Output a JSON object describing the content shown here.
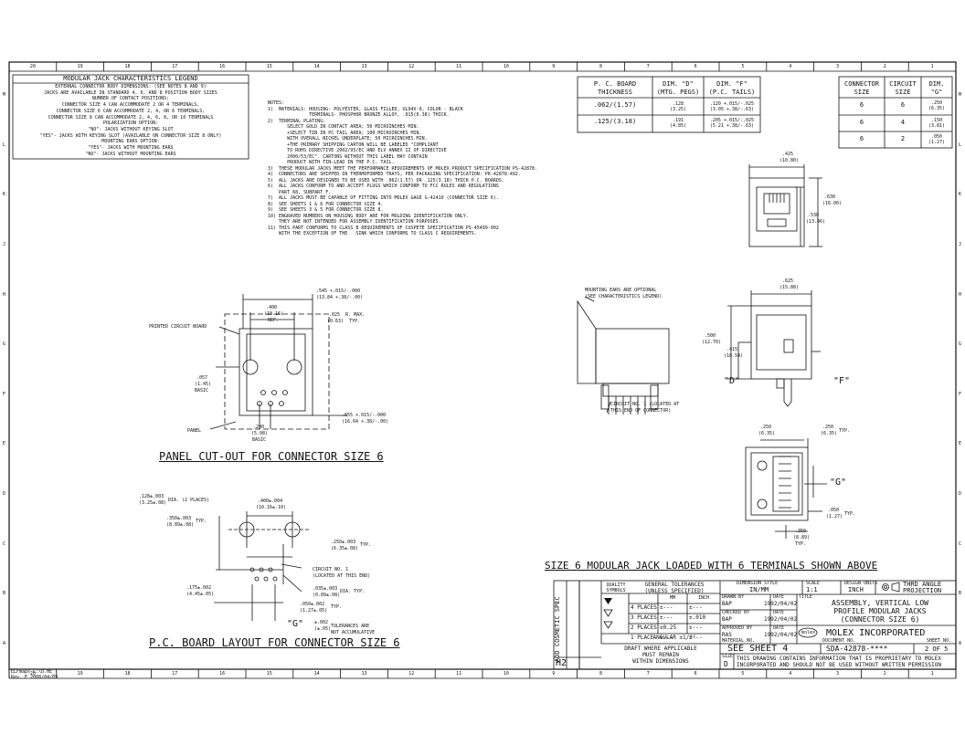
{
  "borders": {
    "top_cols": [
      "20",
      "19",
      "18",
      "17",
      "16",
      "15",
      "14",
      "13",
      "12",
      "11",
      "10",
      "9",
      "8",
      "7",
      "6",
      "5",
      "4",
      "3",
      "2",
      "1"
    ],
    "rows": [
      "M",
      "L",
      "K",
      "J",
      "H",
      "G",
      "F",
      "E",
      "D",
      "C",
      "B",
      "A"
    ]
  },
  "legend": {
    "title": "MODULAR JACK CHARACTERISTICS LEGEND",
    "lines": [
      "EXTERNAL CONNECTOR BODY DIMENSIONS: (SEE NOTES 8 AND 9)",
      "JACKS ARE AVAILABLE IN STANDARD 4, 6, AND 8 POSITION BODY SIZES",
      "NUMBER OF CONTACT POSITIONS:",
      "CONNECTOR SIZE 4 CAN ACCOMMODATE 2 OR 4 TERMINALS,",
      "CONNECTOR SIZE 6 CAN ACCOMMODATE 2, 4, OR 6 TERMINALS,",
      "CONNECTOR SIZE 8 CAN ACCOMMODATE 2, 4, 6, 8, OR 10 TERMINALS",
      "POLARIZATION OPTION:",
      "\"NO\"- JACKS WITHOUT KEYING SLOT",
      "\"YES\"- JACKS WITH KEYING SLOT (AVAILABLE ON CONNECTOR SIZE 8 ONLY)",
      "MOUNTING EARS OPTION:",
      "\"YES\"- JACKS WITH MOUNTING EARS",
      "\"NO\"- JACKS WITHOUT MOUNTING EARS"
    ]
  },
  "notes": [
    "NOTES:",
    "1)  MATERIALS: HOUSING- POLYESTER, GLASS FILLED, UL94V-0, COLOR - BLACK",
    "               TERMINALS- PHOSPHOR BRONZE ALLOY, .015(0.38) THICK.",
    "2)  TERMINAL PLATING:",
    "       SELECT GOLD IN CONTACT AREA; 50 MICROINCHES MIN.",
    "       +SELECT TIN IN PC TAIL AREA; 100 MICROINCHES MIN.",
    "       WITH OVERALL NICKEL UNDERPLATE; 50 MICROINCHES MIN.",
    "       +THE PRIMARY SHIPPING CARTON WILL BE LABELED \"COMPLIANT",
    "       TO ROHS DIRECTIVE 2002/95/EC AND ELV ANNEX II OF DIRECTIVE",
    "       2000/53/EC\". CARTONS WITHOUT THIS LABEL MAY CONTAIN",
    "       PRODUCT WITH TIN-LEAD IN THE P.C. TAIL.",
    "3)  THESE MODULAR JACKS MEET THE PERFORMANCE REQUIREMENTS OF MOLEX PRODUCT SPECIFICATION PS-42878.",
    "4)  CONNECTORS ARE SHIPPED IN THERMOFORMED TRAYS, PER PACKAGING SPECIFICATION: PK-42878-492.",
    "5)  ALL JACKS ARE DESIGNED TO BE USED WITH .062(1.57) OR .125(3.18) THICK P.C. BOARDS.",
    "6)  ALL JACKS CONFORM TO AND ACCEPT PLUGS WHICH CONFORM TO FCC RULES AND REGULATIONS",
    "    PART 68, SUBPART F.",
    "7)  ALL JACKS MUST BE CAPABLE OF FITTING INTO MOLEX GAGE G-42410 (CONNECTOR SIZE 6).",
    "8)  SEE SHEETS 1 & 6 FOR CONNECTOR SIZE 4.",
    "9)  SEE SHEETS 3 & 5 FOR CONNECTOR SIZE 8.",
    "10) ENGRAVED NUMBERS ON HOUSING BODY ARE FOR MOLDING IDENTIFICATION ONLY.",
    "    THEY ARE NOT INTENDED FOR ASSEMBLY IDENTIFICATION PURPOSES.",
    "11) THIS PART CONFORMS TO CLASS B REQUIREMENTS OF CUSPETE SPECIFICATION PS-45499-002",
    "    WITH THE EXCEPTION OF THE   SINK WHICH CONFORMS TO CLASS C REQUIREMENTS."
  ],
  "pcb_table": {
    "headers": [
      "P. C. BOARD\nTHICKNESS",
      "DIM. \"D\"\n(MTG. PEGS)",
      "DIM. \"F\"\n(P.C. TAILS)"
    ],
    "rows": [
      [
        ".062/(1.57)",
        ".128\n(3.25)",
        ".120 +.015/-.025\n(3.05 +.38/-.63)"
      ],
      [
        ".125/(3.18)",
        ".191\n(4.85)",
        ".205 +.015/-.025\n(5.21 +.38/-.63)"
      ]
    ]
  },
  "size_table": {
    "headers": [
      "CONNECTOR\nSIZE",
      "CIRCUIT\nSIZE",
      "DIM.\n\"G\""
    ],
    "rows": [
      [
        "6",
        "6",
        ".250\n(6.35)"
      ],
      [
        "6",
        "4",
        ".150\n(3.81)"
      ],
      [
        "6",
        "2",
        ".050\n(1.27)"
      ]
    ]
  },
  "panel_view": {
    "dim_545": ".545 +.015/-.000",
    "dim_545m": "(13.84 +.38/-.00)",
    "dim_400": ".400",
    "dim_400m": "(10.16)",
    "dim_400r": "REF.",
    "dim_025": ".025  R. MAX.",
    "dim_025m": "(0.63)  TYP.",
    "pcb_label": "PRINTED CIRCUIT BOARD",
    "dim_057": ".057",
    "dim_057m": "(1.45)",
    "dim_057b": "BASIC",
    "panel_label": "PANEL",
    "dim_200": ".200",
    "dim_200m": "(5.08)",
    "dim_200b": "BASIC",
    "dim_655": ".655 +.015/-.000",
    "dim_655m": "(16.64 +.38/-.00)",
    "caption": "PANEL CUT-OUT FOR CONNECTOR SIZE 6"
  },
  "pcb_layout": {
    "dim_128": ".128±.003",
    "dim_128m": "(3.25±.08)",
    "dim_128t": "DIA. (2 PLACES)",
    "dim_400": ".400±.004",
    "dim_400m": "(10.16±.10)",
    "dim_350": ".350±.003",
    "dim_350m": "(8.89±.08)",
    "dim_350t": "TYP.",
    "dim_250": ".250±.003",
    "dim_250m": "(6.35±.08)",
    "dim_250t": "TYP.",
    "circuit1": "CIRCUIT NO. 1",
    "circuit1b": "(LOCATED AT THIS END)",
    "dim_035": ".035±.003",
    "dim_035m": "(0.89±.08)",
    "dim_035t": "DIA. TYP.",
    "dim_175": ".175±.002",
    "dim_175m": "(4.45±.05)",
    "dim_050": ".050±.002",
    "dim_050m": "(1.27±.05)",
    "dim_050t": "TYP.",
    "g_label": "\"G\"",
    "g_tol": "±.002",
    "g_tolm": "(±.05)",
    "tol_note": "TOLERANCES ARE",
    "tol_note2": "NOT ACCUMULATIVE",
    "caption": "P.C. BOARD LAYOUT FOR CONNECTOR SIZE 6"
  },
  "right_views": {
    "dim_425": ".425",
    "dim_425m": "(10.80)",
    "dim_630": ".630",
    "dim_630m": "(16.00)",
    "dim_530": ".530",
    "dim_530m": "(13.46)",
    "ears_note": "MOUNTING EARS ARE OPTIONAL",
    "ears_note2": "(SEE CHARACTERISTICS LEGEND)",
    "dim_625": ".625",
    "dim_625m": "(15.88)",
    "dim_500": ".500",
    "dim_500m": "(12.70)",
    "dim_415": ".415",
    "dim_415m": "(10.54)",
    "d_label": "\"D\"",
    "f_label": "\"F\"",
    "circuit_note": "CIRCUIT NO. 1 (LOCATED AT",
    "circuit_note2": "THIS END OF CONNECTOR)",
    "dim_250": ".250",
    "dim_250m": "(6.35)",
    "dim_250b": ".250",
    "dim_250bm": "(6.35)",
    "dim_250t": "TYP.",
    "g_label": "\"G\"",
    "dim_050": ".050",
    "dim_050m": "(1.27)",
    "dim_050t": "TYP.",
    "dim_350": ".350",
    "dim_350m": "(8.89)",
    "dim_350t": "TYP.",
    "caption": "SIZE 6 MODULAR JACK LOADED WITH 6 TERMINALS SHOWN ABOVE"
  },
  "title_block": {
    "rev_vertical": "ADD COSMETIC SPEC",
    "rev_letter": "H2",
    "quality": "QUALITY\nSYMBOLS",
    "gen_tol": "GENERAL TOLERANCES\n(UNLESS SPECIFIED)",
    "mm": "MM",
    "inch": "INCH",
    "places": [
      [
        "4 PLACES",
        "±---",
        "±---"
      ],
      [
        "3 PLACES",
        "±---",
        "±.010"
      ],
      [
        "2 PLACES",
        "±0.25",
        "±---"
      ],
      [
        "1 PLACE",
        "±---",
        "±---"
      ]
    ],
    "angular": "ANGULAR ±1/2°",
    "draft": "DRAFT WHERE APPLICABLE\nMUST REMAIN\nWITHIN DIMENSIONS",
    "dim_style_lbl": "DIMENSION STYLE",
    "dim_style": "IN/MM",
    "scale_lbl": "SCALE",
    "scale": "1:1",
    "design_units_lbl": "DESIGN UNITS",
    "design_units": "INCH",
    "projection": "THRD ANGLE\nPROJECTION",
    "drawn_lbl": "DRAWN BY",
    "date_lbl": "DATE",
    "drawn": "BAP",
    "drawn_date": "1992/04/02",
    "checked_lbl": "CHECKED BY",
    "checked": "BAP",
    "checked_date": "1992/04/02",
    "approved_lbl": "APPROVED BY",
    "approved": "RAS",
    "approved_date": "1992/04/02",
    "title_lbl": "TITLE",
    "title": "ASSEMBLY, VERTICAL LOW\nPROFILE MODULAR JACKS\n(CONNECTOR SIZE 6)",
    "company": "MOLEX INCORPORATED",
    "molex_logo": "molex",
    "material_lbl": "MATERIAL NO.",
    "material": "SEE SHEET 4",
    "doc_lbl": "DOCUMENT NO.",
    "doc": "SDA-42878-****",
    "sheet_lbl": "SHEET NO.",
    "sheet": "2 OF 5",
    "size_lbl": "SIZE",
    "size": "D",
    "proprietary": "THIS DRAWING CONTAINS INFORMATION THAT IS PROPRIETARY TO MOLEX\nINCORPORATED AND SHOULD NOT BE USED WITHOUT WRITTEN PERMISSION"
  },
  "footer": {
    "line1": "ELFmaps C:\\D.HE_T",
    "line2": "Rev. E 2008/04/09"
  }
}
